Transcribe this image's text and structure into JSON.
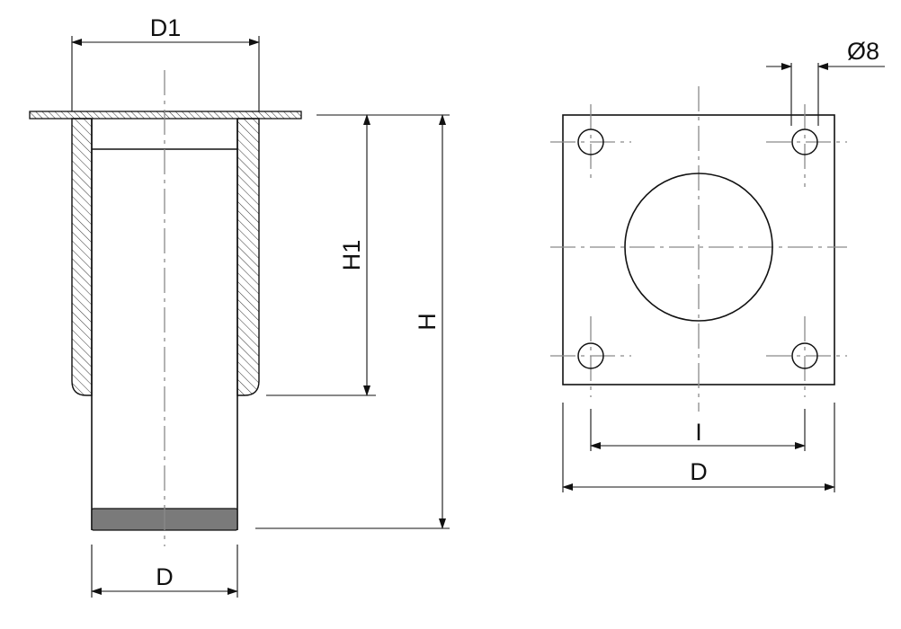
{
  "side_view": {
    "dim_top_flange_label": "D1",
    "dim_bottom_tube_label": "D",
    "dim_insert_height_label": "H1",
    "dim_total_height_label": "H"
  },
  "plan_view": {
    "dim_hole_diameter_label": "Ø8",
    "dim_hole_spacing_label": "I",
    "dim_plate_width_label": "D"
  },
  "colors": {
    "line": "#111111",
    "centerline": "#8a8a8a",
    "foot_fill": "#7a7a7a",
    "background": "#ffffff"
  }
}
